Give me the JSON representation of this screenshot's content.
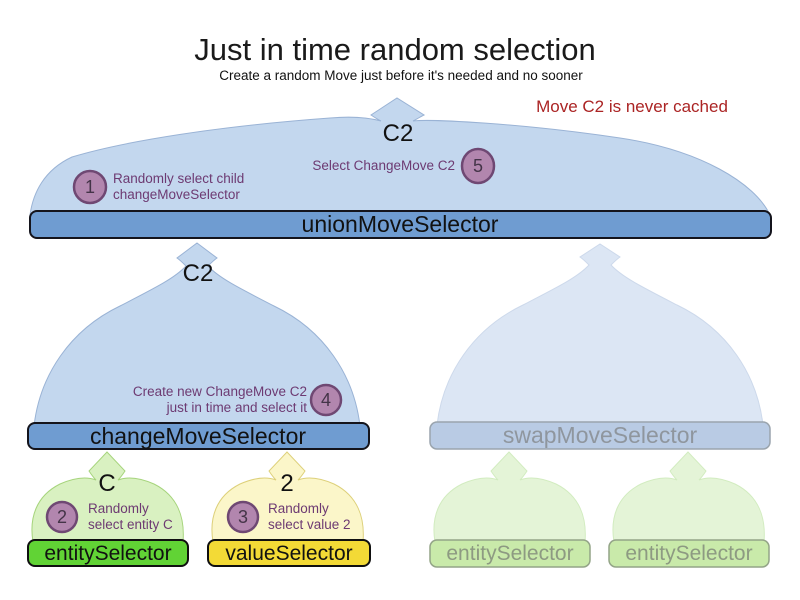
{
  "title": "Just in time random selection",
  "subtitle": "Create a random Move just before it's needed and no sooner",
  "note": {
    "text": "Move C2 is never cached",
    "color": "#ab2424"
  },
  "selectors": {
    "union": {
      "label": "unionMoveSelector"
    },
    "change": {
      "label": "changeMoveSelector"
    },
    "swap": {
      "label": "swapMoveSelector"
    },
    "entity": {
      "label": "entitySelector"
    },
    "value": {
      "label": "valueSelector"
    },
    "entity_faded_left": {
      "label": "entitySelector"
    },
    "entity_faded_right": {
      "label": "entitySelector"
    }
  },
  "move_labels": {
    "union_input": "C2",
    "change_output": "C2",
    "entity_output": "C",
    "value_output": "2"
  },
  "steps": [
    {
      "num": "1",
      "lines": [
        "Randomly select child",
        "changeMoveSelector"
      ]
    },
    {
      "num": "2",
      "lines": [
        "Randomly",
        "select entity C"
      ]
    },
    {
      "num": "3",
      "lines": [
        "Randomly",
        "select value 2"
      ]
    },
    {
      "num": "4",
      "lines": [
        "Create new ChangeMove C2",
        "just in time and select it"
      ]
    },
    {
      "num": "5",
      "lines": [
        "Select ChangeMove C2"
      ]
    }
  ],
  "colors": {
    "dome_blue": "#c3d7ee",
    "dome_blue_faded": "#dce6f4",
    "bar_blue": "#6f9cd1",
    "bar_blue_faded": "#b9cbe4",
    "dome_green": "#d9f1c1",
    "dome_green_faded": "#e4f4d7",
    "bar_green": "#61d335",
    "bar_green_faded": "#c9eaaa",
    "dome_yellow": "#fbf6c9",
    "bar_yellow": "#f3da36",
    "step_circle": "#b286ae",
    "note_red": "#ab2424",
    "annotation_purple": "#6d3a72"
  }
}
